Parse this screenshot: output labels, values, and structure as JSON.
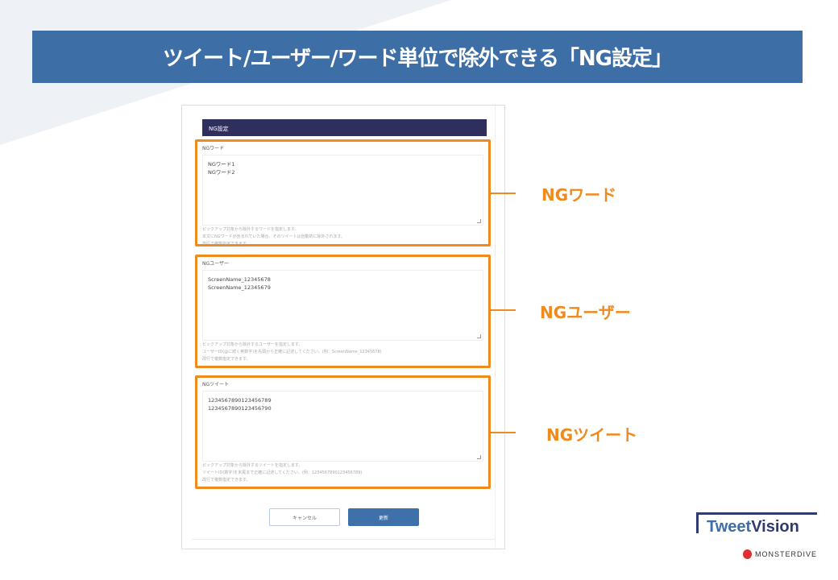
{
  "banner": {
    "title": "ツイート/ユーザー/ワード単位で除外できる「NG設定」"
  },
  "form": {
    "header": "NG設定",
    "sections": [
      {
        "label": "NGワード",
        "lines": [
          "NGワード1",
          "NGワード2"
        ],
        "help": [
          "ピックアップ対象から除外するワードを指定します。",
          "本文にNGワードが含まれていた場合、そのツイートは自動的に除外されます。",
          "改行で複数指定できます。"
        ]
      },
      {
        "label": "NGユーザー",
        "lines": [
          "ScreenName_12345678",
          "ScreenName_12345679"
        ],
        "help": [
          "ピックアップ対象から除外するユーザーを指定します。",
          "ユーザーID(@に続く英数字)を先頭から正確に記述してください。(例：ScreenName_12345678)",
          "改行で複数指定できます。"
        ]
      },
      {
        "label": "NGツイート",
        "lines": [
          "1234567890123456789",
          "1234567890123456790"
        ],
        "help": [
          "ピックアップ対象から除外するツイートを指定します。",
          "ツイートID(数字)を末尾まで正確に記述してください。(例：1234567890123456789)",
          "改行で複数指定できます。"
        ]
      }
    ],
    "cancel": "キャンセル",
    "update": "更新"
  },
  "callouts": [
    "NGワード",
    "NGユーザー",
    "NGツイート"
  ],
  "logo": {
    "brand1": "Tweet",
    "brand2": "Vision",
    "company": "MONSTERDIVE"
  },
  "colors": {
    "accent": "#ef8a1f",
    "banner": "#3d6ea6",
    "header": "#2f2f5e"
  }
}
